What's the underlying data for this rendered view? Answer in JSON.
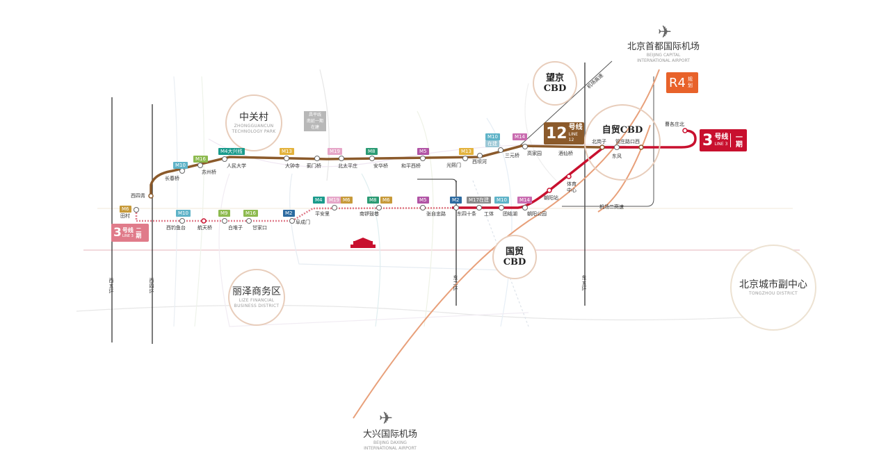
{
  "districts": {
    "zhongguancun": {
      "cn": "中关村",
      "en1": "ZHONGGUANCUN",
      "en2": "TECHNOLOGY PARK"
    },
    "lize": {
      "cn": "丽泽商务区",
      "en1": "LIZE FINANCIAL",
      "en2": "BUSINESS DISTRICT"
    },
    "tongzhou": {
      "cn": "北京城市副中心",
      "en1": "TONGZHOU DISTRICT"
    },
    "wangjing": {
      "line1": "望京",
      "line2": "CBD"
    },
    "zimao": {
      "line1": "自贸CBD"
    },
    "guomao": {
      "line1": "国贸",
      "line2": "CBD"
    }
  },
  "airports": {
    "capital": {
      "cn": "北京首都国际机场",
      "en1": "BEIJING CAPITAL",
      "en2": "INTERNATIONAL AIRPORT",
      "icon": "airplane-icon"
    },
    "daxing": {
      "cn": "大兴国际机场",
      "en1": "BEIJING DAXING",
      "en2": "INTERNATIONAL AIRPORT",
      "icon": "airplane-icon"
    }
  },
  "note_changping": [
    "昌平线",
    "南延一期",
    "在建"
  ],
  "badges": {
    "line12": {
      "num": "12",
      "label": "号线",
      "sub": "LINE 12",
      "color": "#8b5a2b"
    },
    "line3": {
      "num": "3",
      "label": "号线",
      "sub": "LINE 3",
      "phase": "一期",
      "color": "#c8102e"
    },
    "line3_west": {
      "num": "3",
      "label": "号线",
      "sub": "LINE 3",
      "phase": "二期",
      "color": "#e07b8a"
    },
    "r4": {
      "num": "R4",
      "note1": "规",
      "note2": "划",
      "color": "#e8622a"
    }
  },
  "ring_roads": {
    "west5": "西五环",
    "west4": "西四环",
    "east2": "东二环",
    "east5": "东五环"
  },
  "highways": {
    "airport_expressway": "机场高速",
    "airport_second": "机场二高速"
  },
  "line12_stations": [
    "西四青",
    "长春桥",
    "苏州桥",
    "人民大学",
    "大钟寺",
    "蓟门桥",
    "北太平庄",
    "安华桥",
    "和平西桥",
    "光熙门",
    "西坝河",
    "三元桥",
    "高家园",
    "酒仙桥",
    "北岗子"
  ],
  "line3_stations": [
    "田村",
    "西钓鱼台",
    "航天桥",
    "白堆子",
    "甘家口",
    "阜成门",
    "平安里",
    "南锣鼓巷",
    "张自忠路",
    "东四十条",
    "工体",
    "团结湖",
    "朝阳公园",
    "朝阳站",
    "体育中心",
    "东风",
    "管庄路口西",
    "曹各庄北"
  ],
  "tags": {
    "m10": "M10",
    "m16": "M16",
    "m4dx": "M4大兴线",
    "m13": "M13",
    "m19": "M19",
    "m8": "M8",
    "m5": "M5",
    "m14": "M14",
    "m10b": "M10",
    "m6": "M6",
    "m9": "M9",
    "m2": "M2",
    "m4": "M4",
    "m6b": "M6",
    "m17": "M17在建",
    "m10_note": "在建"
  },
  "colors": {
    "line12": "#8b5a2b",
    "line3": "#c8102e",
    "line3_west": "#e07b8a",
    "airport_line": "#e8a07a",
    "district_ring": "#e8cdbb",
    "ring_road": "#333333"
  }
}
